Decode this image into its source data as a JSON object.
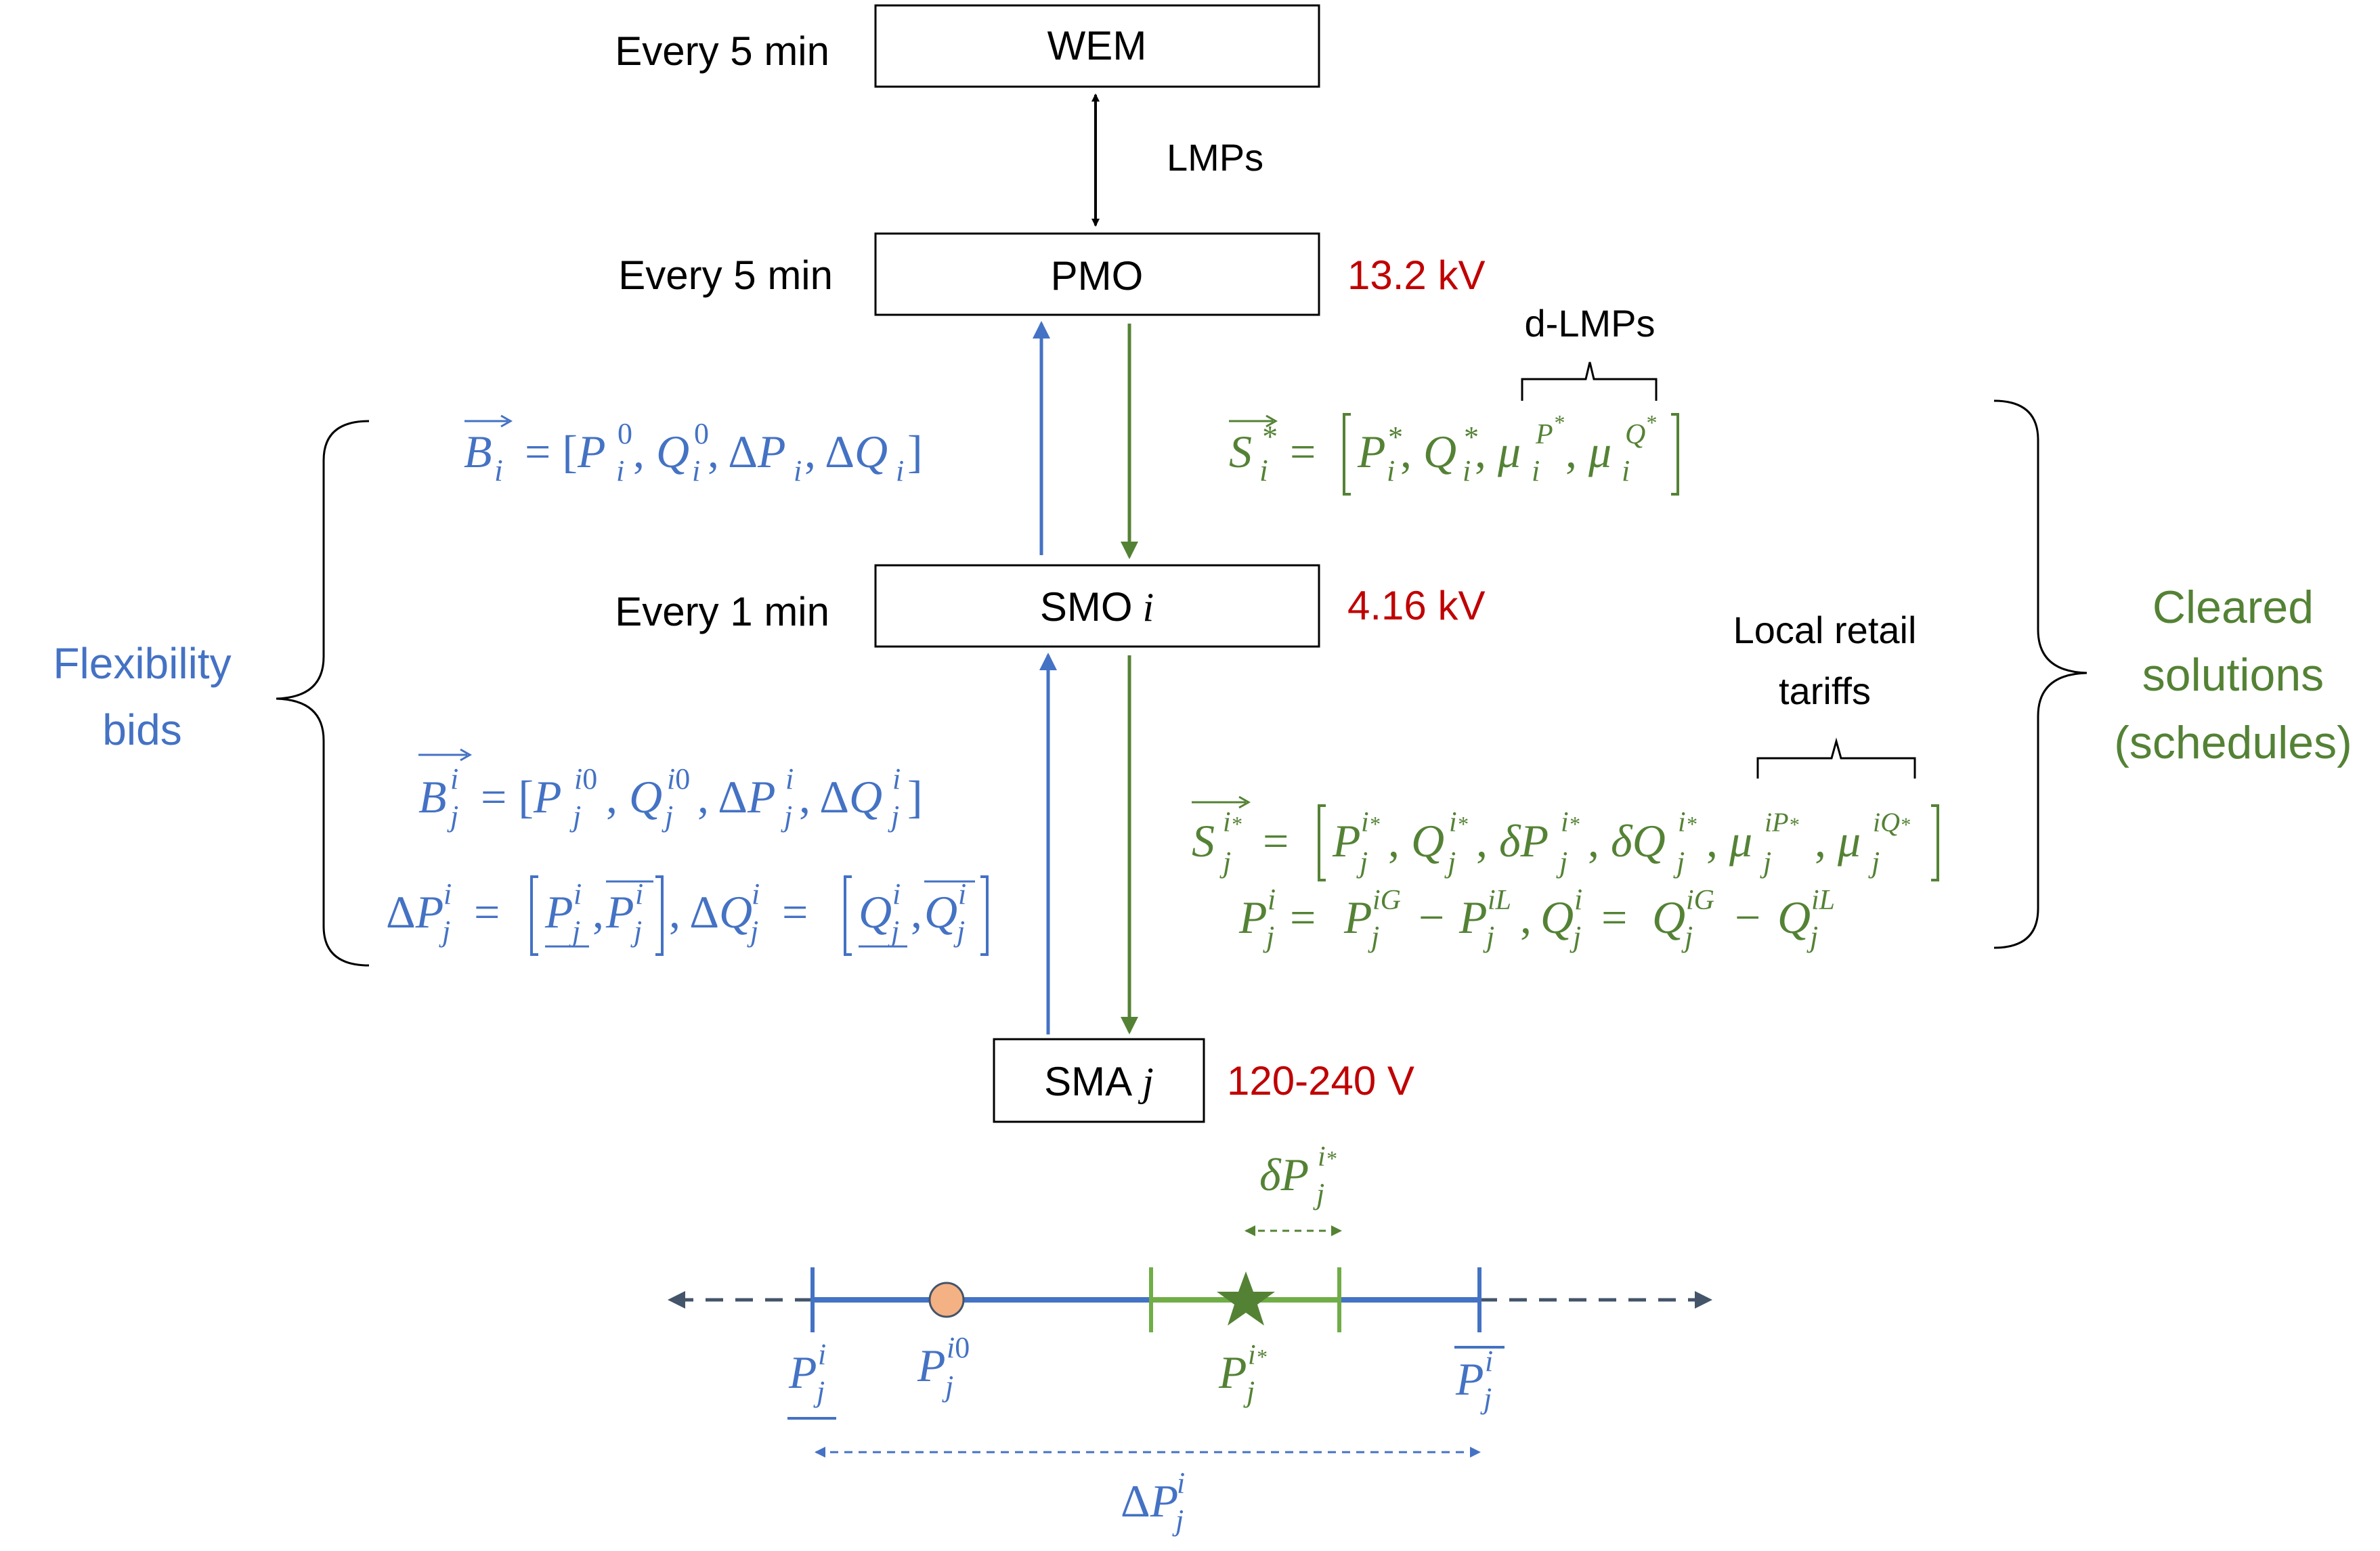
{
  "colors": {
    "blue": "#4472C4",
    "green": "#548235",
    "light_green": "#70AD47",
    "red": "#C00000",
    "black": "#000000",
    "marker_orange": "#F4B183",
    "dark_axis": "#44546A"
  },
  "nodes": {
    "wem": {
      "label": "WEM",
      "timing": "Every 5 min"
    },
    "pmo": {
      "label": "PMO",
      "timing": "Every 5 min",
      "voltage": "13.2 kV"
    },
    "smo": {
      "label": "SMO",
      "label_var": "i",
      "timing": "Every 1 min",
      "voltage": "4.16 kV"
    },
    "sma": {
      "label": "SMA",
      "label_var": "j",
      "voltage": "120-240 V"
    }
  },
  "edges": {
    "wem_pmo_label": "LMPs"
  },
  "annotations": {
    "dlmps": "d-LMPs",
    "local_retail_line1": "Local retail",
    "local_retail_line2": "tariffs"
  },
  "groups": {
    "flexibility_line1": "Flexibility",
    "flexibility_line2": "bids",
    "cleared_line1": "Cleared",
    "cleared_line2": "solutions",
    "cleared_line3": "(schedules)"
  },
  "icons": {
    "baseline_marker": "circle-icon",
    "cleared_marker": "star-icon"
  }
}
